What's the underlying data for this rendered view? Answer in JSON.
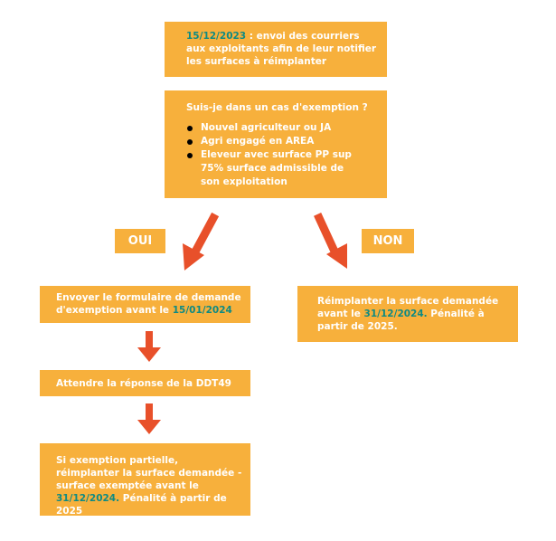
{
  "box1": {
    "date": "15/12/2023",
    "text": " : envoi des courriers aux exploitants afin de leur notifier les surfaces à réimplanter"
  },
  "box2": {
    "question": "Suis-je dans un cas d'exemption ?",
    "items": [
      "Nouvel agriculteur ou JA",
      "Agri engagé en AREA",
      "Eleveur avec surface PP sup 75% surface admissible de son exploitation"
    ]
  },
  "labels": {
    "yes": "OUI",
    "no": "NON"
  },
  "box_left1": {
    "text": "Envoyer le formulaire de demande d'exemption avant le ",
    "date": "15/01/2024"
  },
  "box_left2": {
    "text": "Attendre la réponse de la DDT49"
  },
  "box_left3": {
    "text": "Si exemption partielle, réimplanter la surface demandée - surface exemptée avant le ",
    "date": "31/12/2024.",
    "tail": " Pénalité à partir de 2025"
  },
  "box_right": {
    "text": "Réimplanter la surface demandée avant le ",
    "date": "31/12/2024.",
    "tail": " Pénalité à partir de 2025."
  },
  "colors": {
    "box": "#F7B03C",
    "arrow": "#E8502A",
    "highlight": "#0E8A83",
    "bullet": "#000000"
  }
}
